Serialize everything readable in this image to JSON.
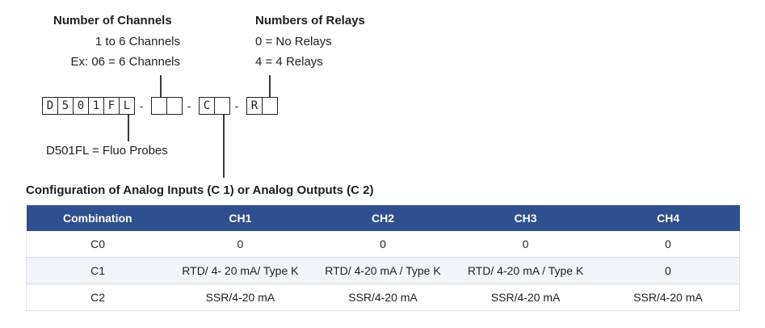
{
  "channels": {
    "heading": "Number of Channels",
    "line1": "1 to 6 Channels",
    "line2": "Ex: 06 = 6 Channels"
  },
  "relays": {
    "heading": "Numbers of Relays",
    "line1": "0 = No Relays",
    "line2": "4 = 4 Relays"
  },
  "code": {
    "prefix": [
      "D",
      "5",
      "0",
      "1",
      "F",
      "L"
    ],
    "dash": "-",
    "config_letter": "C",
    "relay_letter": "R"
  },
  "probe_note": "D501FL = Fluo Probes",
  "config_title": "Configuration of Analog Inputs (C 1) or Analog Outputs (C 2)",
  "table": {
    "headers": [
      "Combination",
      "CH1",
      "CH2",
      "CH3",
      "CH4"
    ],
    "rows": [
      [
        "C0",
        "0",
        "0",
        "0",
        "0"
      ],
      [
        "C1",
        "RTD/ 4- 20 mA/ Type K",
        "RTD/ 4-20 mA / Type K",
        "RTD/ 4-20 mA / Type K",
        "0"
      ],
      [
        "C2",
        "SSR/4-20 mA",
        "SSR/4-20 mA",
        "SSR/4-20 mA",
        "SSR/4-20 mA"
      ]
    ]
  },
  "colors": {
    "header_bg": "#2f4f8e",
    "header_text": "#ffffff",
    "alt_row_bg": "#f1f4f8"
  }
}
